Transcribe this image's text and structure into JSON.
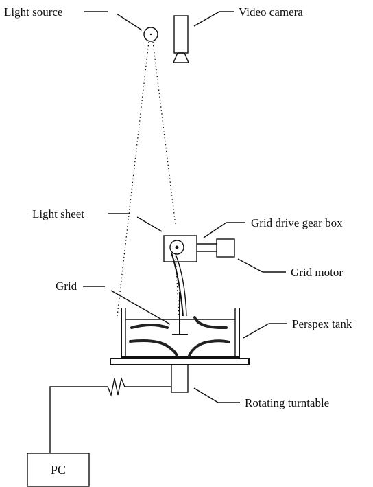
{
  "labels": {
    "light_source": "Light  source",
    "video_camera": "Video camera",
    "light_sheet": "Light sheet",
    "grid_drive_gear_box": "Grid drive gear box",
    "grid_motor": "Grid motor",
    "grid": "Grid",
    "perspex_tank": "Perspex tank",
    "rotating_turntable": "Rotating turntable",
    "pc": "PC"
  }
}
